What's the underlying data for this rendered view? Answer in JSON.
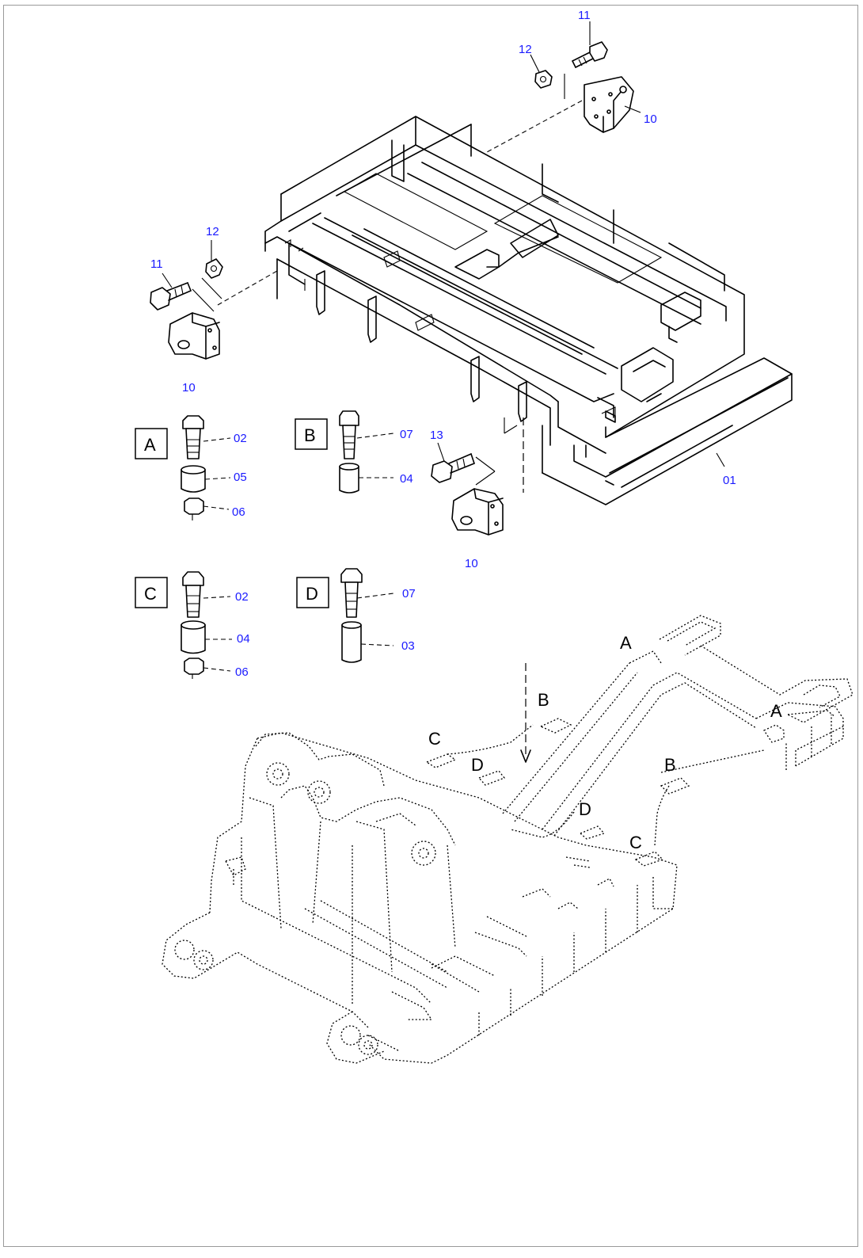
{
  "callouts": {
    "c_11_top": "11",
    "c_12_top": "12",
    "c_10_top": "10",
    "c_11_left": "11",
    "c_12_left": "12",
    "c_10_left": "10",
    "c_01": "01",
    "c_13": "13",
    "c_10_bottom": "10",
    "a_02": "02",
    "a_05": "05",
    "a_06": "06",
    "b_07": "07",
    "b_04": "04",
    "c_02": "02",
    "c_04": "04",
    "c_06": "06",
    "d_07": "07",
    "d_03": "03"
  },
  "views": {
    "A": "A",
    "B": "B",
    "C": "C",
    "D": "D"
  },
  "frame_refs": {
    "A1": "A",
    "A2": "A",
    "B1": "B",
    "B2": "B",
    "C1": "C",
    "C2": "C",
    "D1": "D",
    "D2": "D"
  },
  "colors": {
    "callout_text": "#1a1aff",
    "line": "#000000",
    "border": "#9a9a9a"
  }
}
